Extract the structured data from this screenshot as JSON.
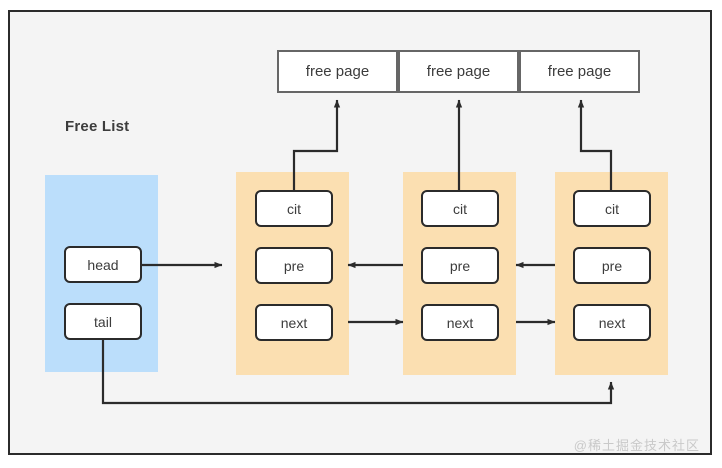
{
  "diagram": {
    "title": "Free List",
    "watermark": "@稀土掘金技术社区",
    "colors": {
      "frame_border": "#2b2b2b",
      "frame_bg": "#f4f4f4",
      "node_bg": "#fbdfb1",
      "list_bg": "#bbdefb",
      "field_border": "#2b2b2b",
      "page_border": "#666666",
      "text": "#3c3c3c",
      "watermark": "#c9c9c9"
    },
    "free_pages": [
      {
        "label": "free page"
      },
      {
        "label": "free page"
      },
      {
        "label": "free page"
      }
    ],
    "free_list": {
      "label": "Free List",
      "pointers": [
        {
          "name": "head",
          "label": "head"
        },
        {
          "name": "tail",
          "label": "tail"
        }
      ]
    },
    "nodes": [
      {
        "id": "node0",
        "fields": [
          {
            "name": "cit",
            "label": "cit"
          },
          {
            "name": "pre",
            "label": "pre"
          },
          {
            "name": "next",
            "label": "next"
          }
        ]
      },
      {
        "id": "node1",
        "fields": [
          {
            "name": "cit",
            "label": "cit"
          },
          {
            "name": "pre",
            "label": "pre"
          },
          {
            "name": "next",
            "label": "next"
          }
        ]
      },
      {
        "id": "node2",
        "fields": [
          {
            "name": "cit",
            "label": "cit"
          },
          {
            "name": "pre",
            "label": "pre"
          },
          {
            "name": "next",
            "label": "next"
          }
        ]
      }
    ],
    "connections": [
      {
        "from": "head",
        "to": "node0",
        "direction": "right"
      },
      {
        "from": "tail",
        "to": "node2",
        "direction": "up"
      },
      {
        "from": "node0.cit",
        "to": "free_page_0",
        "direction": "up"
      },
      {
        "from": "node1.cit",
        "to": "free_page_1",
        "direction": "up"
      },
      {
        "from": "node2.cit",
        "to": "free_page_2",
        "direction": "up"
      },
      {
        "from": "node1.pre",
        "to": "node0",
        "direction": "left"
      },
      {
        "from": "node2.pre",
        "to": "node1",
        "direction": "left"
      },
      {
        "from": "node0.next",
        "to": "node1",
        "direction": "right"
      },
      {
        "from": "node1.next",
        "to": "node2",
        "direction": "right"
      }
    ]
  }
}
